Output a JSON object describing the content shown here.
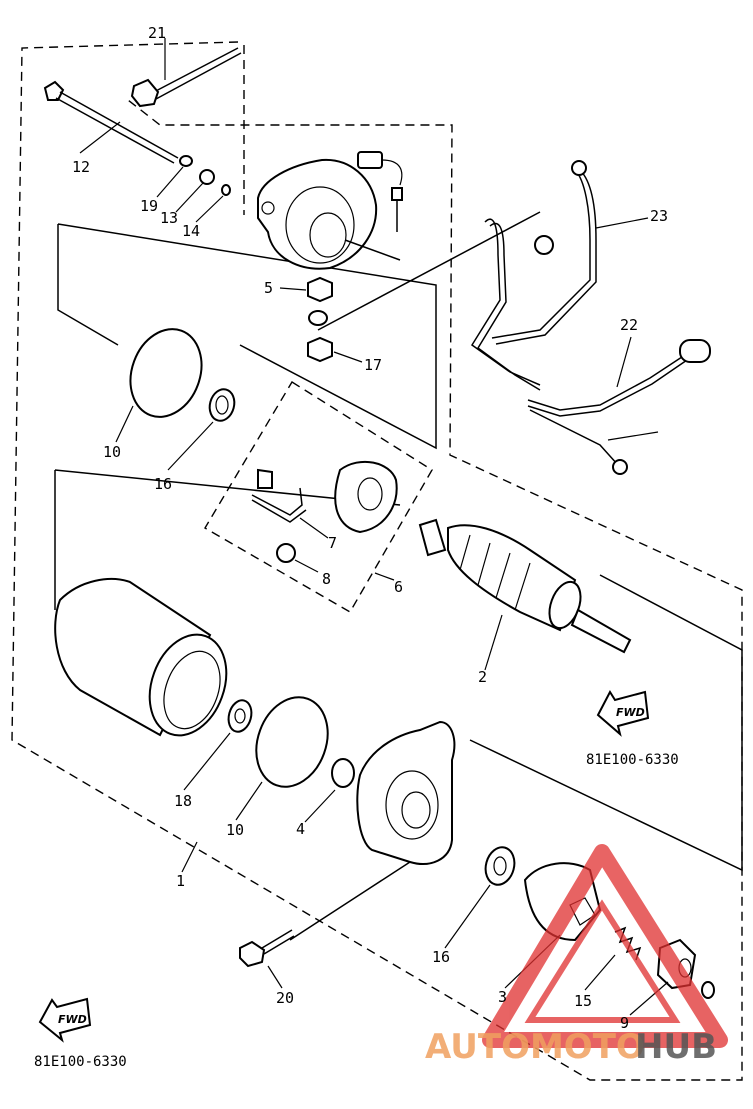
{
  "callouts": {
    "c1": "1",
    "c2": "2",
    "c3": "3",
    "c4": "4",
    "c5": "5",
    "c6": "6",
    "c7": "7",
    "c8": "8",
    "c9": "9",
    "c10a": "10",
    "c10b": "10",
    "c12": "12",
    "c13": "13",
    "c14": "14",
    "c15": "15",
    "c16a": "16",
    "c16b": "16",
    "c17": "17",
    "c18": "18",
    "c19": "19",
    "c20": "20",
    "c21": "21",
    "c22": "22",
    "c23": "23"
  },
  "codes": {
    "right": "81E100-6330",
    "left": "81E100-6330"
  },
  "fwd_label": "FWD",
  "watermark": {
    "part1": "AUTOMOTO",
    "part2": "HUB",
    "color_primary": "#f0a060",
    "color_secondary": "#555555",
    "logo_color": "#e03030"
  }
}
